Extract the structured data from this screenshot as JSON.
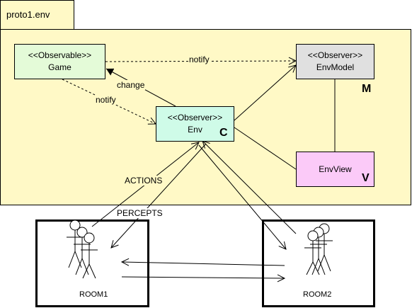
{
  "package": {
    "name": "proto1.env"
  },
  "classes": {
    "game": {
      "stereotype": "<<Observable>>",
      "name": "Game"
    },
    "envmodel": {
      "stereotype": "<<Observer>>",
      "name": "EnvModel",
      "badge": "M"
    },
    "env": {
      "stereotype": "<<Observer>>",
      "name": "Env",
      "badge": "C"
    },
    "envview": {
      "name": "EnvView",
      "badge": "V"
    }
  },
  "edge_labels": {
    "notify_top": "notify",
    "change": "change",
    "notify_left": "notify",
    "actions": "ACTIONS",
    "percepts": "PERCEPTS"
  },
  "rooms": {
    "room1": {
      "label": "ROOM1"
    },
    "room2": {
      "label": "ROOM2"
    }
  },
  "colors": {
    "package": "#fff9c6",
    "game": "#e4fbd8",
    "envmodel": "#e0e0e0",
    "env": "#cffbe8",
    "envview": "#fbcaf8"
  }
}
